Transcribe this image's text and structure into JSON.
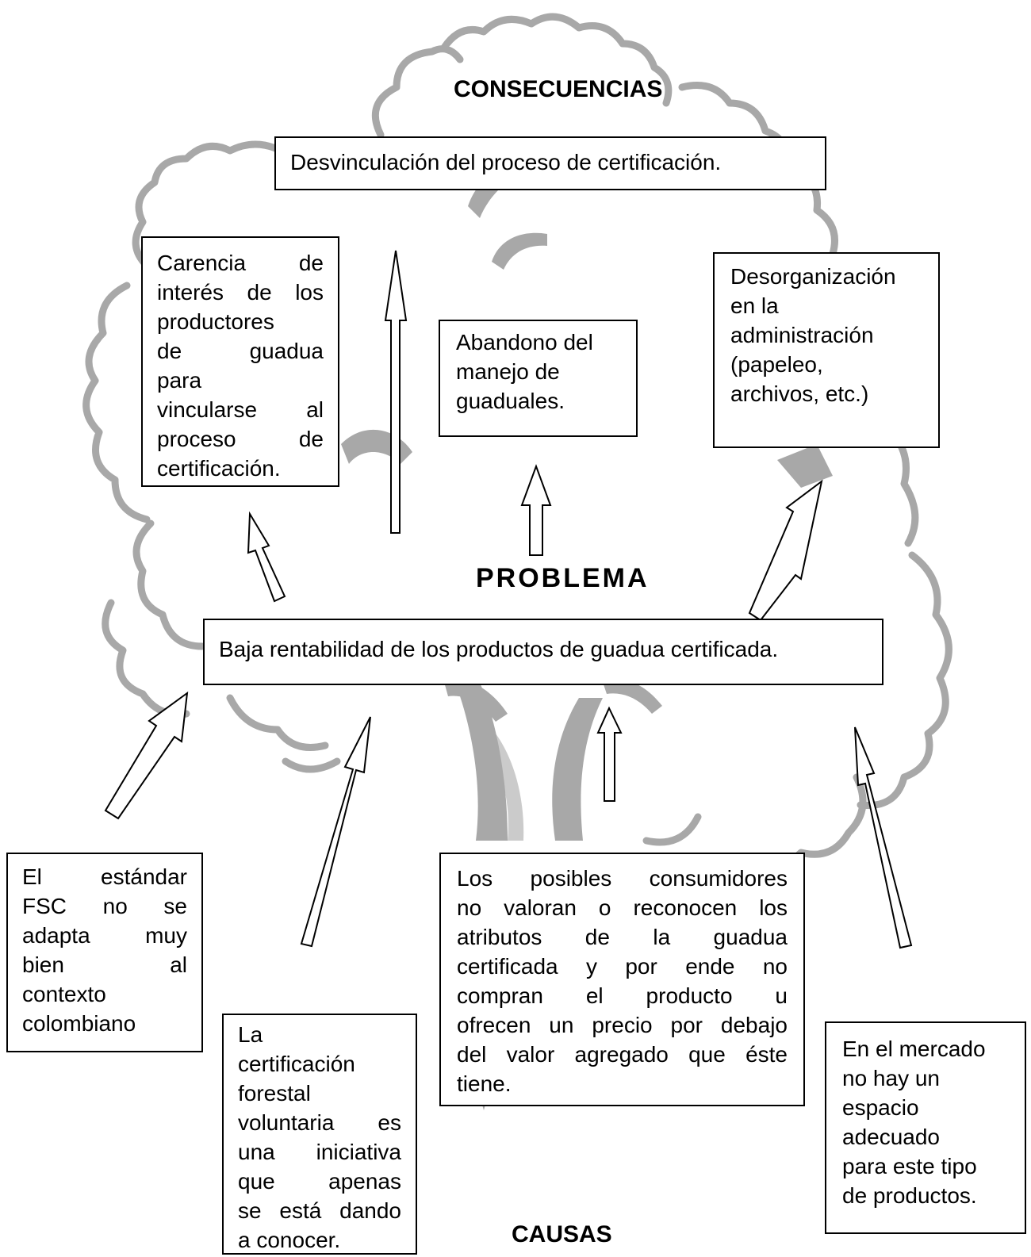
{
  "headings": {
    "consequences": "CONSECUENCIAS",
    "problem": "PROBLEMA",
    "causes": "CAUSAS"
  },
  "problem": {
    "text": "Baja rentabilidad de los productos de guadua certificada."
  },
  "consequences": {
    "top": "Desvinculación del proceso de certificación.",
    "left": [
      "Carencia de",
      "interés de los",
      "productores",
      "de guadua",
      "para",
      "vincularse al",
      "proceso de",
      "certificación."
    ],
    "center": [
      "Abandono del",
      "manejo de",
      "guaduales."
    ],
    "right": [
      "Desorganización",
      "en la",
      "administración",
      "(papeleo,",
      "archivos, etc.)"
    ]
  },
  "causes": {
    "fsc": [
      "El estándar",
      "FSC no se",
      "adapta muy",
      "bien al",
      "contexto",
      "colombiano"
    ],
    "voluntary": [
      "La",
      "certificación",
      "forestal",
      "voluntaria es",
      "una iniciativa",
      "que apenas",
      "se está dando",
      "a conocer."
    ],
    "consumers": [
      "Los posibles consumidores",
      "no valoran o reconocen los",
      "atributos de la guadua",
      "certificada y por ende no",
      "compran el producto u",
      "ofrecen un precio por debajo",
      "del valor agregado que éste",
      "tiene."
    ],
    "market": [
      "En el mercado",
      "no hay un",
      "espacio",
      "adecuado",
      "para este tipo",
      "de productos."
    ]
  },
  "colors": {
    "tree": "#a8a8a8",
    "border": "#000000",
    "background": "#ffffff"
  }
}
